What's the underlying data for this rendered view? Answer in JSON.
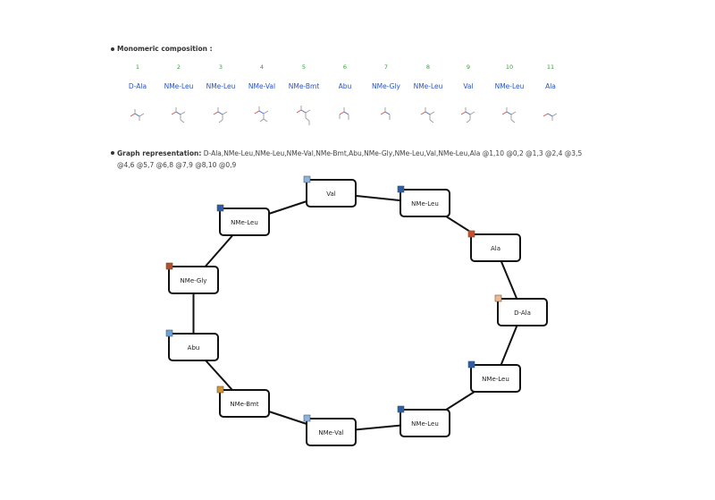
{
  "composition": {
    "title": "Monomeric composition :",
    "monomers": [
      {
        "index": "1",
        "name": "D-Ala"
      },
      {
        "index": "2",
        "name": "NMe-Leu"
      },
      {
        "index": "3",
        "name": "NMe-Leu"
      },
      {
        "index": "4",
        "name": "NMe-Val"
      },
      {
        "index": "5",
        "name": "NMe-Bmt"
      },
      {
        "index": "6",
        "name": "Abu"
      },
      {
        "index": "7",
        "name": "NMe-Gly"
      },
      {
        "index": "8",
        "name": "NMe-Leu"
      },
      {
        "index": "9",
        "name": "Val"
      },
      {
        "index": "10",
        "name": "NMe-Leu"
      },
      {
        "index": "11",
        "name": "Ala"
      }
    ]
  },
  "graph": {
    "title": "Graph representation:",
    "text": "D-Ala,NMe-Leu,NMe-Leu,NMe-Val,NMe-Bmt,Abu,NMe-Gly,NMe-Leu,Val,NMe-Leu,Ala @1,10 @0,2 @1,3 @2,4 @3,5 @4,6 @5,7 @6,8 @7,9 @8,10 @0,9",
    "nodes": [
      {
        "label": "Val",
        "color": "#8cb4e0"
      },
      {
        "label": "NMe-Leu",
        "color": "#2a5ea8"
      },
      {
        "label": "NMe-Leu",
        "color": "#2a5ea8"
      },
      {
        "label": "Ala",
        "color": "#c8512a"
      },
      {
        "label": "NMe-Gly",
        "color": "#b5502a"
      },
      {
        "label": "D-Ala",
        "color": "#f2b98e"
      },
      {
        "label": "Abu",
        "color": "#6aa3db"
      },
      {
        "label": "NMe-Leu",
        "color": "#2a5ea8"
      },
      {
        "label": "NMe-Bmt",
        "color": "#d6962f"
      },
      {
        "label": "NMe-Leu",
        "color": "#2a5ea8"
      },
      {
        "label": "NMe-Val",
        "color": "#8cb4e0"
      }
    ]
  }
}
